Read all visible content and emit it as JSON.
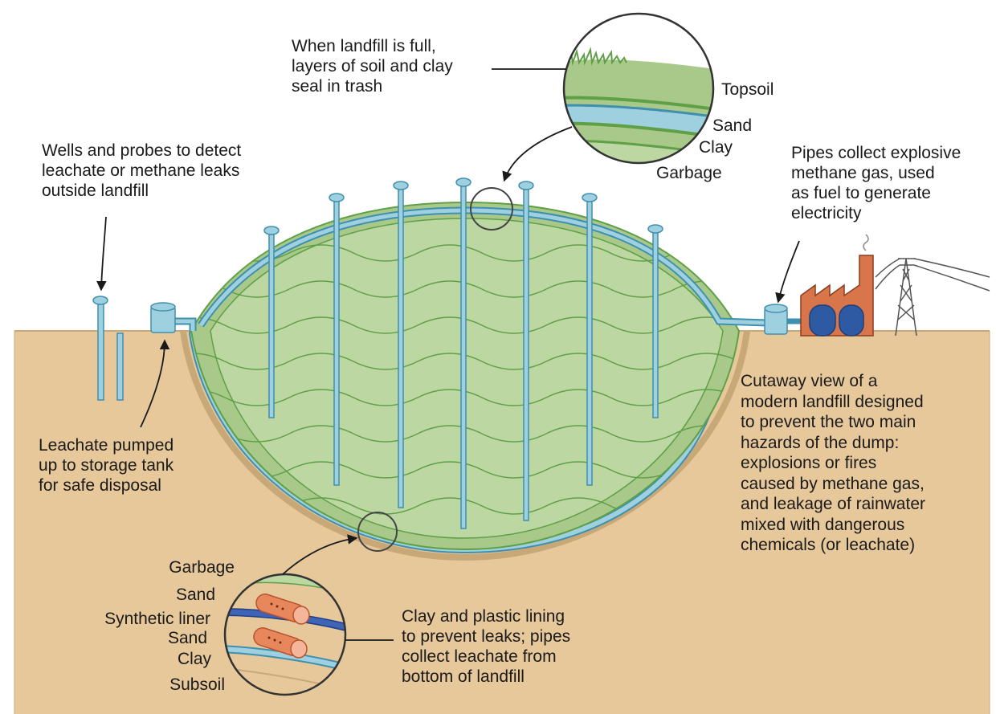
{
  "colors": {
    "ground": "#e6c89b",
    "ground_edge": "#c9a878",
    "trash": "#bcd7a1",
    "cap": "#a8c98a",
    "wave": "#5fa047",
    "pipe": "#9fd0e0",
    "pipe_edge": "#3f8fae",
    "liner": "#3f63b5",
    "factory": "#d9754a",
    "factory_tank": "#2e5aa3",
    "leachate_pipe": "#e8875c"
  },
  "annotations": {
    "top_cap": [
      "When landfill is full,",
      "layers of soil and clay",
      "seal in trash"
    ],
    "wells": [
      "Wells and probes to detect",
      "leachate or methane leaks",
      "outside landfill"
    ],
    "gas_pipes": [
      "Pipes collect explosive",
      "methane gas, used",
      "as fuel to generate",
      "electricity"
    ],
    "pump": [
      "Leachate pumped",
      "up to storage tank",
      "for safe disposal"
    ],
    "cutaway": [
      "Cutaway view of a",
      "modern landfill designed",
      "to prevent the two main",
      "hazards of the dump:",
      "explosions or fires",
      "caused by methane gas,",
      "and leakage of rainwater",
      "mixed with dangerous",
      "chemicals (or leachate)"
    ],
    "lining": [
      "Clay and plastic lining",
      "to prevent leaks; pipes",
      "collect leachate from",
      "bottom of landfill"
    ]
  },
  "top_inset_layers": [
    "Topsoil",
    "Sand",
    "Clay",
    "Garbage"
  ],
  "bottom_inset_layers": [
    "Garbage",
    "Sand",
    "Synthetic liner",
    "Sand",
    "Clay",
    "Subsoil"
  ]
}
